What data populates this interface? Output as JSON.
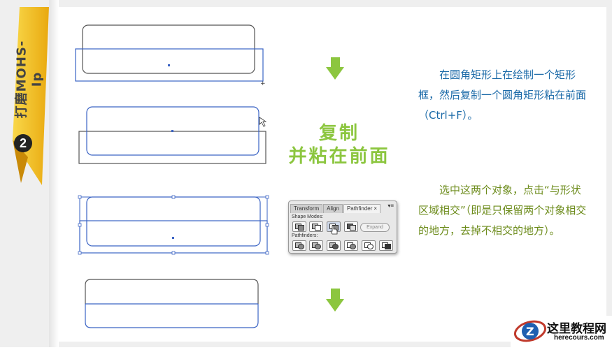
{
  "ribbon": {
    "label": "打磨MOHS-Ip",
    "step": "2"
  },
  "center_title": {
    "line1": "复制",
    "line2": "并粘在前面"
  },
  "descriptions": {
    "para1": "在圆角矩形上在绘制一个矩形框，然后复制一个圆角矩形粘在前面（Ctrl+F）。",
    "para2": "选中这两个对象，点击“与形状区域相交”（即是只保留两个对象相交的地方，去掉不相交的地方）。"
  },
  "pathfinder": {
    "tabs": [
      "Transform",
      "Align",
      "Pathfinder"
    ],
    "active_tab": "Pathfinder",
    "close": "×",
    "menu": "▾≡",
    "shape_modes_label": "Shape Modes:",
    "pathfinders_label": "Pathfinders:",
    "expand_label": "Expand"
  },
  "watermark": {
    "cn": "这里教程网",
    "en": "herecours.com"
  },
  "colors": {
    "accent_green": "#8cc63f",
    "text_blue": "#1b6aa8",
    "text_green": "#6d8c1c",
    "ribbon_yellow": "#f5c518",
    "selection_blue": "#3a63c4"
  }
}
